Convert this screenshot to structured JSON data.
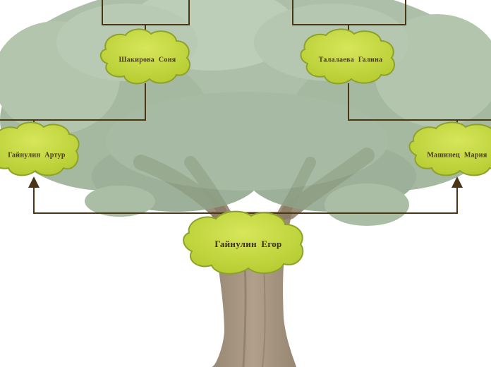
{
  "title": "",
  "colors": {
    "trunk": "#9e8c76",
    "trunk_dark": "#85735e",
    "foliage_dark": "#8da489",
    "foliage_mid": "#9fb59a",
    "foliage_light": "#b2c6ac",
    "cloud_fill": "#c2d63e",
    "cloud_stroke": "#8da22a",
    "connector": "#4a3515"
  },
  "people": {
    "root": {
      "name": "Гайнулин Егор"
    },
    "father": {
      "name": "Гайнулин Артур"
    },
    "mother": {
      "name": "Машинец Мария"
    },
    "paternal_grandmother": {
      "name": "Шакирова Соня"
    },
    "maternal_grandmother": {
      "name": "Талалаева Галина"
    }
  }
}
